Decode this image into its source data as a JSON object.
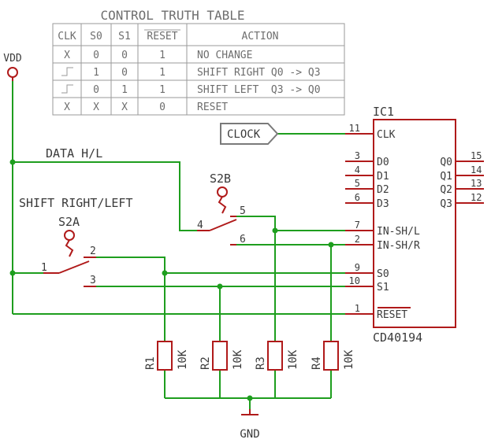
{
  "truth_table": {
    "title": "CONTROL TRUTH TABLE",
    "headers": [
      "CLK",
      "S0",
      "S1",
      "RESET",
      "ACTION"
    ],
    "rows": [
      [
        "X",
        "0",
        "0",
        "1",
        "NO CHANGE"
      ],
      [
        "",
        "1",
        "0",
        "1",
        "SHIFT RIGHT Q0 -> Q3"
      ],
      [
        "",
        "0",
        "1",
        "1",
        "SHIFT LEFT  Q3 -> Q0"
      ],
      [
        "X",
        "X",
        "X",
        "0",
        "RESET"
      ]
    ]
  },
  "labels": {
    "vdd": "VDD",
    "gnd": "GND",
    "data": "DATA H/L",
    "shift": "SHIFT RIGHT/LEFT",
    "clock": "CLOCK",
    "s2a": "S2A",
    "s2b": "S2B"
  },
  "ic": {
    "ref": "IC1",
    "part": "CD40194",
    "left_pins": [
      {
        "num": "11",
        "name": "CLK"
      },
      {
        "num": "3",
        "name": "D0"
      },
      {
        "num": "4",
        "name": "D1"
      },
      {
        "num": "5",
        "name": "D2"
      },
      {
        "num": "6",
        "name": "D3"
      },
      {
        "num": "7",
        "name": "IN-SH/L"
      },
      {
        "num": "2",
        "name": "IN-SH/R"
      },
      {
        "num": "9",
        "name": "S0"
      },
      {
        "num": "10",
        "name": "S1"
      },
      {
        "num": "1",
        "name": "RESET"
      }
    ],
    "right_pins": [
      {
        "num": "15",
        "name": "Q0"
      },
      {
        "num": "14",
        "name": "Q1"
      },
      {
        "num": "13",
        "name": "Q2"
      },
      {
        "num": "12",
        "name": "Q3"
      }
    ]
  },
  "switch_pins": {
    "s2a": [
      "1",
      "2",
      "3"
    ],
    "s2b": [
      "4",
      "5",
      "6"
    ]
  },
  "resistors": [
    {
      "ref": "R1",
      "value": "10K"
    },
    {
      "ref": "R2",
      "value": "10K"
    },
    {
      "ref": "R3",
      "value": "10K"
    },
    {
      "ref": "R4",
      "value": "10K"
    }
  ]
}
